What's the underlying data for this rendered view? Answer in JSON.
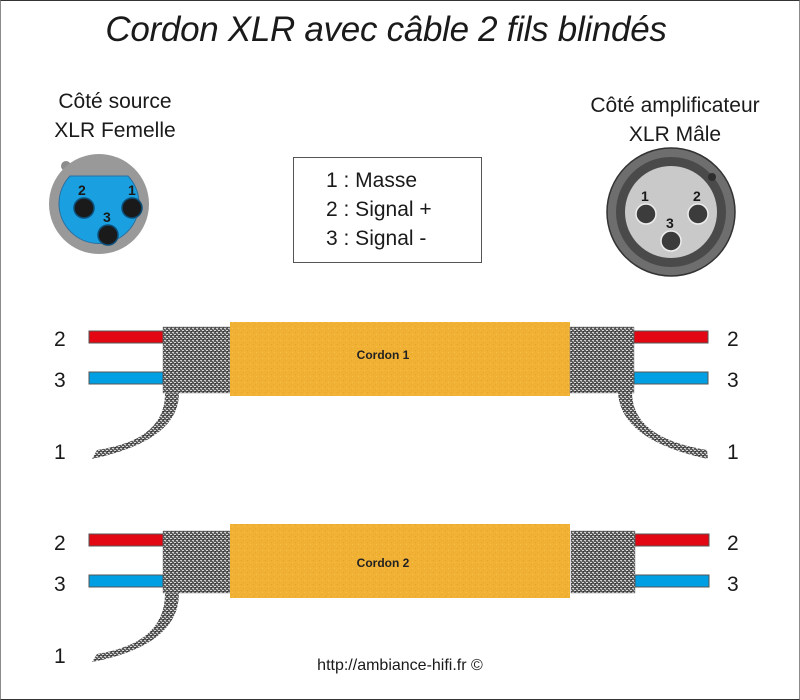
{
  "title": "Cordon XLR avec câble 2 fils blindés",
  "source_side": {
    "line1": "Côté source",
    "line2": "XLR Femelle",
    "connector": {
      "type": "female",
      "pins": [
        "2",
        "1",
        "3"
      ]
    }
  },
  "amp_side": {
    "line1": "Côté amplificateur",
    "line2": "XLR Mâle",
    "connector": {
      "type": "male",
      "pins": [
        "1",
        "2",
        "3"
      ]
    }
  },
  "legend": {
    "items": [
      "1 : Masse",
      "2 : Signal +",
      "3 : Signal -"
    ]
  },
  "colors": {
    "signal_plus": "#e30613",
    "signal_minus": "#009fe3",
    "jacket": "#f2b233",
    "shield": "#7a7a7a",
    "female_insert": "#1a9fe0",
    "female_body": "#9a9a9a",
    "male_outer": "#777777",
    "male_insert": "#c8c8c8"
  },
  "cordons": [
    {
      "label": "Cordon 1",
      "left_wires": [
        "2",
        "3",
        "1"
      ],
      "right_wires": [
        "2",
        "3",
        "1"
      ],
      "shield_left": true,
      "shield_right": true
    },
    {
      "label": "Cordon 2",
      "left_wires": [
        "2",
        "3",
        "1"
      ],
      "right_wires": [
        "2",
        "3"
      ],
      "shield_left": true,
      "shield_right": false
    }
  ],
  "footer": "http://ambiance-hifi.fr ©"
}
